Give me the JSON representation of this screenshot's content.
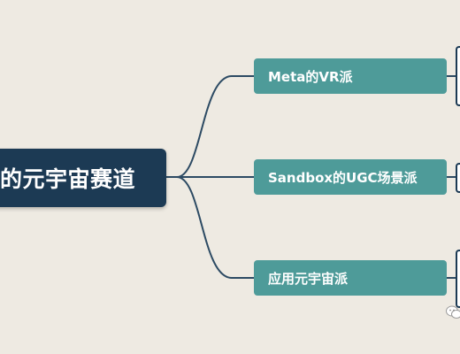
{
  "root": {
    "label": "的元宇宙赛道"
  },
  "branches": [
    {
      "label": "Meta的VR派"
    },
    {
      "label": "Sandbox的UGC场景派"
    },
    {
      "label": "应用元宇宙派"
    }
  ],
  "colors": {
    "background": "#eeeae2",
    "root_fill": "#1c3a54",
    "branch_fill": "#4e9b99",
    "connector": "#2c4a63",
    "text": "#ffffff"
  },
  "icons": {
    "corner": "wechat-icon"
  }
}
